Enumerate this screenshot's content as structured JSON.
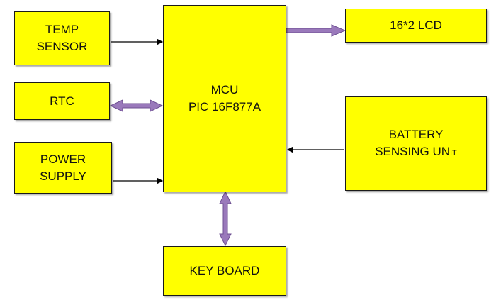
{
  "blocks": {
    "temp_sensor": {
      "line1": "TEMP",
      "line2": "SENSOR"
    },
    "rtc": {
      "label": "RTC"
    },
    "power_supply": {
      "line1": "POWER",
      "line2": "SUPPLY"
    },
    "mcu": {
      "line1": "MCU",
      "line2": "PIC 16F877A"
    },
    "lcd": {
      "label": "16*2 LCD"
    },
    "battery": {
      "line1": "BATTERY",
      "line2_main": "SENSING UN",
      "line2_small": "IT"
    },
    "keyboard": {
      "label": "KEY BOARD"
    }
  },
  "colors": {
    "block_fill": "#ffff00",
    "bus_arrow": "#9a79bb",
    "line": "#000000"
  }
}
